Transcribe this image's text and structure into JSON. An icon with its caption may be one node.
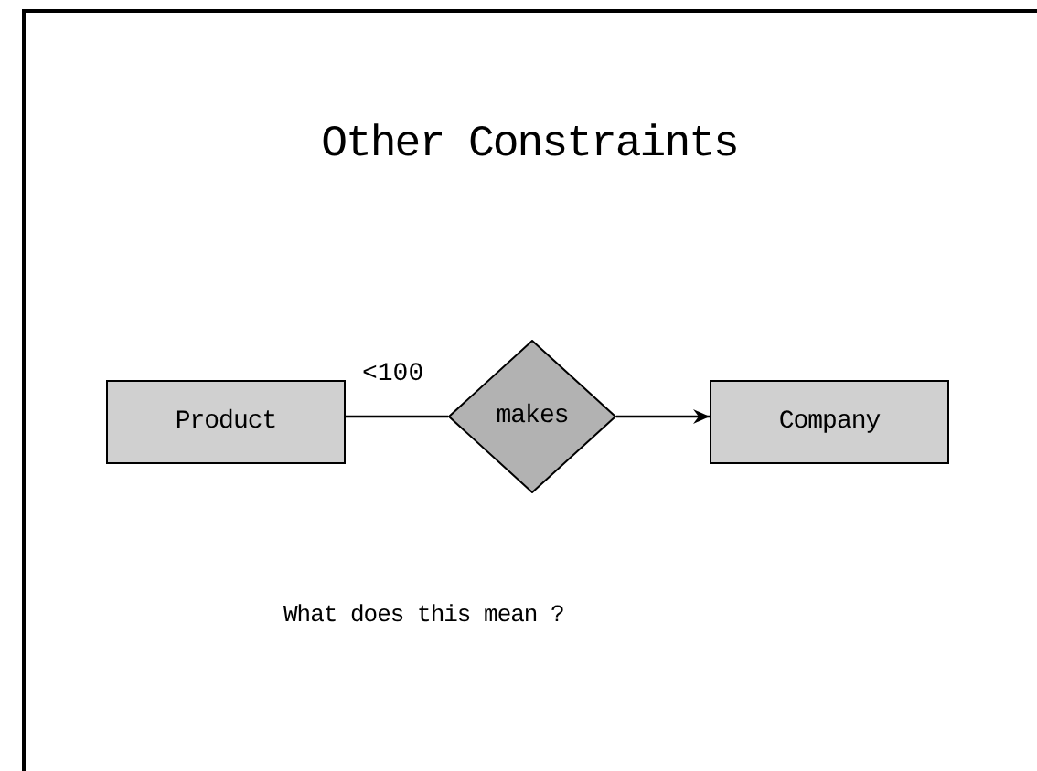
{
  "diagram": {
    "title": "Other Constraints",
    "nodes": [
      {
        "text": [
          "Product"
        ]
      },
      {
        "text": [
          "makes"
        ]
      },
      {
        "text": [
          "Company"
        ]
      }
    ],
    "edges": [
      {
        "from": 0,
        "to": 1,
        "arrow": "none",
        "label": "<100"
      },
      {
        "from": 1,
        "to": 2,
        "arrow": "to"
      }
    ],
    "labels": [
      "What does this mean ?"
    ]
  }
}
